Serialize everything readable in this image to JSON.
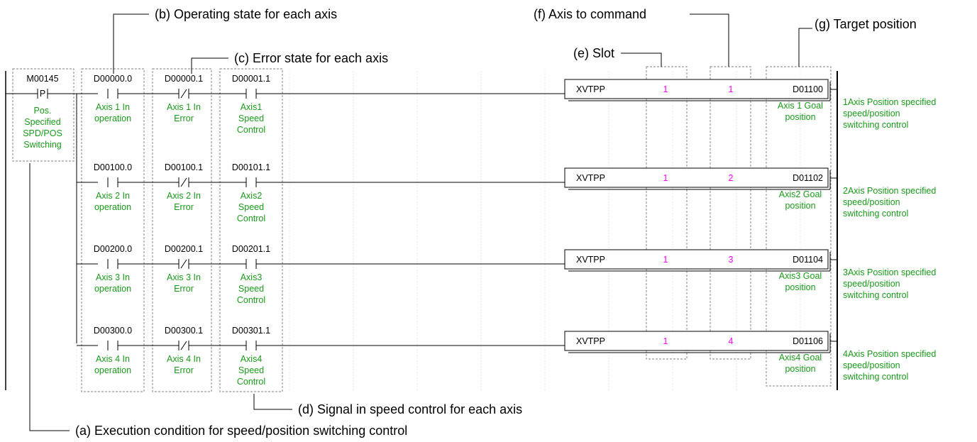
{
  "colors": {
    "comment": "#1a9a1a",
    "operand": "#ff00ff",
    "line": "#000000",
    "grid": "#e4e4e4",
    "dashed": "#999999"
  },
  "annotations": {
    "a": "(a) Execution condition for speed/position switching control",
    "b": "(b) Operating state for each axis",
    "c": "(c) Error state for each axis",
    "d": "(d) Signal in speed control for each axis",
    "e": "(e) Slot",
    "f": "(f) Axis to command",
    "g": "(g) Target position"
  },
  "input_contact": {
    "address": "M00145",
    "symbol": "P",
    "comment": [
      "Pos.",
      "Specified",
      "SPD/POS",
      "Switching"
    ]
  },
  "rungs": [
    {
      "op_address": "D00000.0",
      "op_comment": [
        "Axis 1 In",
        "operation"
      ],
      "err_address": "D00000.1",
      "err_comment": [
        "Axis 1 In",
        "Error"
      ],
      "spd_address": "D00001.1",
      "spd_comment": [
        "Axis1",
        "Speed",
        "Control"
      ],
      "function": "XVTPP",
      "slot": "1",
      "axis": "1",
      "target": "D01100",
      "target_comment": [
        "Axis 1 Goal",
        "position"
      ],
      "rung_comment": [
        "1Axis Position specified",
        "speed/position",
        "switching control"
      ]
    },
    {
      "op_address": "D00100.0",
      "op_comment": [
        "Axis 2 In",
        "operation"
      ],
      "err_address": "D00100.1",
      "err_comment": [
        "Axis 2 In",
        "Error"
      ],
      "spd_address": "D00101.1",
      "spd_comment": [
        "Axis2",
        "Speed",
        "Control"
      ],
      "function": "XVTPP",
      "slot": "1",
      "axis": "2",
      "target": "D01102",
      "target_comment": [
        "Axis2 Goal",
        "position"
      ],
      "rung_comment": [
        "2Axis Position specified",
        "speed/position",
        "switching control"
      ]
    },
    {
      "op_address": "D00200.0",
      "op_comment": [
        "Axis 3 In",
        "operation"
      ],
      "err_address": "D00200.1",
      "err_comment": [
        "Axis 3 In",
        "Error"
      ],
      "spd_address": "D00201.1",
      "spd_comment": [
        "Axis3",
        "Speed",
        "Control"
      ],
      "function": "XVTPP",
      "slot": "1",
      "axis": "3",
      "target": "D01104",
      "target_comment": [
        "Axis3 Goal",
        "position"
      ],
      "rung_comment": [
        "3Axis Position specified",
        "speed/position",
        "switching control"
      ]
    },
    {
      "op_address": "D00300.0",
      "op_comment": [
        "Axis 4 In",
        "operation"
      ],
      "err_address": "D00300.1",
      "err_comment": [
        "Axis 4 In",
        "Error"
      ],
      "spd_address": "D00301.1",
      "spd_comment": [
        "Axis4",
        "Speed",
        "Control"
      ],
      "function": "XVTPP",
      "slot": "1",
      "axis": "4",
      "target": "D01106",
      "target_comment": [
        "Axis4 Goal",
        "position"
      ],
      "rung_comment": [
        "4Axis Position specified",
        "speed/position",
        "switching control"
      ]
    }
  ]
}
